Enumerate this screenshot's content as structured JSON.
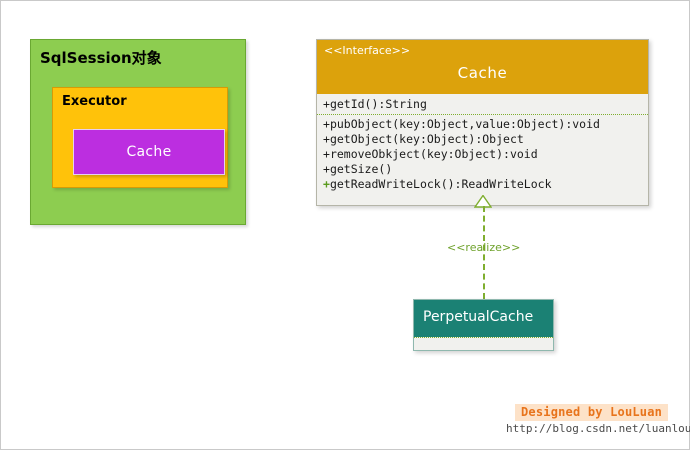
{
  "diagram": {
    "background_color": "#ffffff",
    "left_group": {
      "name": "SqlSession对象",
      "color": "#8dcd50",
      "inner": {
        "name": "Executor",
        "color": "#ffc20a",
        "inner": {
          "name": "Cache",
          "color": "#bc2ee0"
        }
      }
    },
    "interface_class": {
      "stereotype": "<<Interface>>",
      "name": "Cache",
      "header_color": "#dca20c",
      "body_color": "#f1f1ee",
      "attributes": [
        {
          "visibility": "+",
          "signature": "getId():String",
          "visibility_color": "#1a1a1a"
        }
      ],
      "operations": [
        {
          "visibility": "+",
          "signature": "pubObject(key:Object,value:Object):void",
          "visibility_color": "#1a1a1a"
        },
        {
          "visibility": "+",
          "signature": "getObject(key:Object):Object",
          "visibility_color": "#1a1a1a"
        },
        {
          "visibility": "+",
          "signature": "removeObkject(key:Object):void",
          "visibility_color": "#1a1a1a"
        },
        {
          "visibility": "+",
          "signature": "getSize()",
          "visibility_color": "#1a1a1a"
        },
        {
          "visibility": "+",
          "signature": "getReadWriteLock():ReadWriteLock",
          "visibility_color": "#5a9b1e"
        }
      ]
    },
    "relationship": {
      "label": "<<realize>>",
      "style": "dashed",
      "arrow": "hollow-triangle",
      "color": "#7fae2f",
      "from": "PerpetualCache",
      "to": "Cache"
    },
    "implementation_class": {
      "name": "PerpetualCache",
      "header_color": "#1b8174",
      "body_color": "#f1f1ee",
      "members": []
    },
    "watermark": {
      "badge": "Designed by LouLuan",
      "url": "http://blog.csdn.net/luanlouis",
      "badge_color": "#e8741c",
      "badge_background": "#fde2c8"
    }
  }
}
